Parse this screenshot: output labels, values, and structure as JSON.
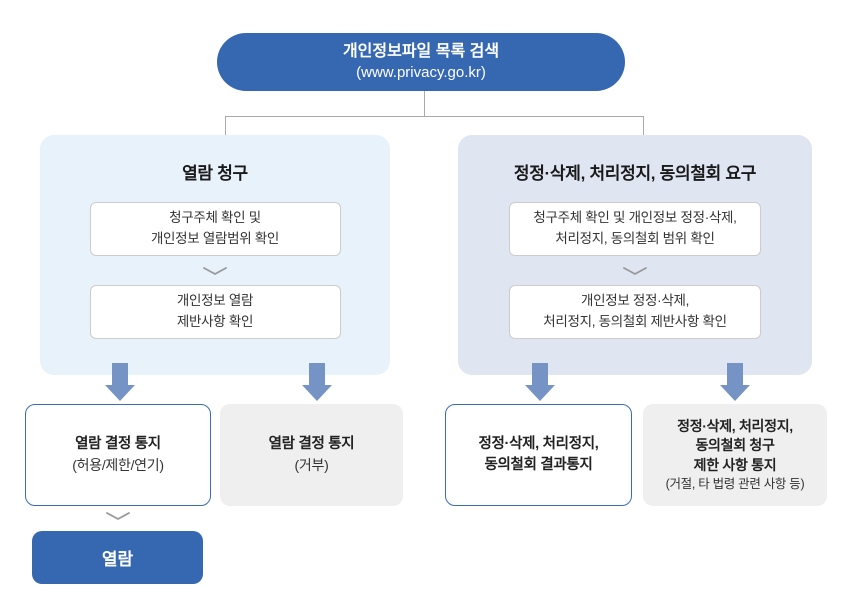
{
  "colors": {
    "primary_blue": "#3667b1",
    "arrow_blue": "#7593c4",
    "left_panel_bg": "#e7f2fb",
    "right_panel_bg": "#dfe5f1",
    "gray_box_bg": "#efefef",
    "step_border": "#cccccc",
    "outcome_border_blue": "#3a6db8",
    "connector_line": "#aaaaaa",
    "chevron_gray": "#999999"
  },
  "root": {
    "title_line1": "개인정보파일 목록 검색",
    "title_line2": "(www.privacy.go.kr)"
  },
  "left_branch": {
    "title": "열람 청구",
    "steps": [
      {
        "line1": "청구주체 확인 및",
        "line2": "개인정보 열람범위 확인"
      },
      {
        "line1": "개인정보 열람",
        "line2": "제반사항 확인"
      }
    ],
    "outcomes": [
      {
        "line1": "열람 결정 통지",
        "line2": "(허용/제한/연기)"
      },
      {
        "line1": "열람 결정 통지",
        "line2": "(거부)"
      }
    ],
    "final": "열람"
  },
  "right_branch": {
    "title": "정정·삭제, 처리정지, 동의철회 요구",
    "steps": [
      {
        "line1": "청구주체 확인 및 개인정보 정정·삭제,",
        "line2": "처리정지, 동의철회 범위 확인"
      },
      {
        "line1": "개인정보 정정·삭제,",
        "line2": "처리정지, 동의철회 제반사항 확인"
      }
    ],
    "outcomes": [
      {
        "line1": "정정·삭제, 처리정지,",
        "line2": "동의철회 결과통지"
      },
      {
        "line1": "정정·삭제, 처리정지,",
        "line2": "동의철회 청구",
        "line3": "제한 사항 통지",
        "line4": "(거절, 타 법령 관련 사항 등)"
      }
    ]
  }
}
